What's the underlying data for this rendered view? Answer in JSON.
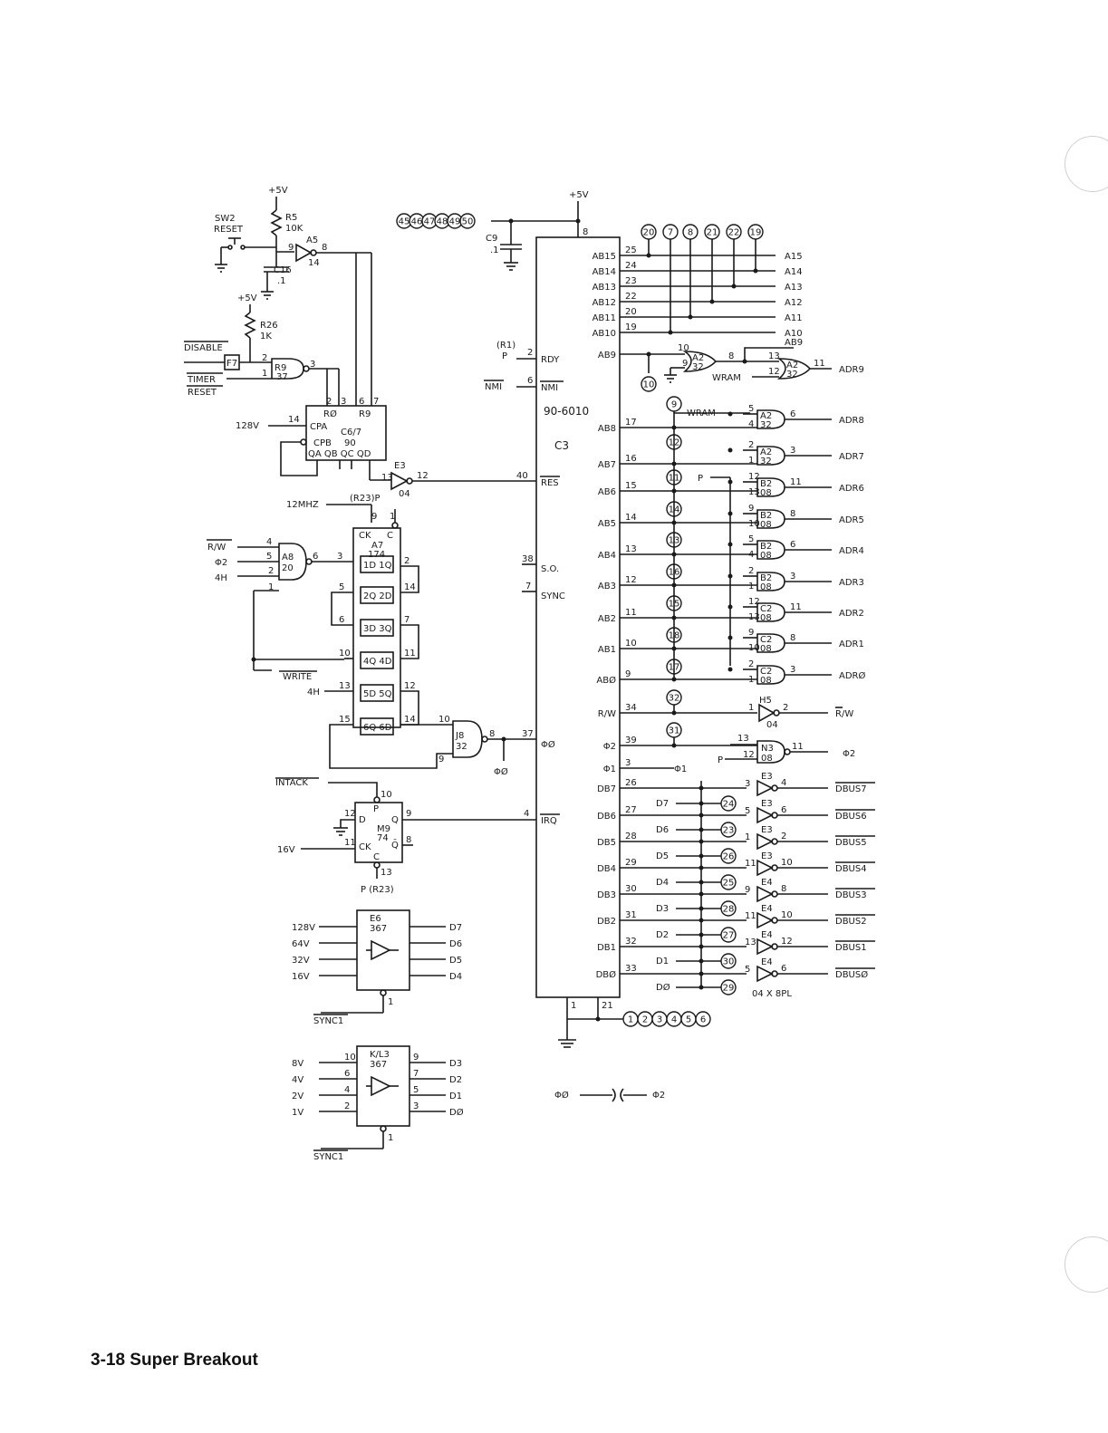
{
  "footer": {
    "page_label": "3-18 Super Breakout"
  },
  "power": {
    "vcc": "+5V",
    "ground": "GND"
  },
  "reset_circuit": {
    "switch": "SW2",
    "switch_name": "RESET",
    "r5": "R5",
    "r5_val": "10K",
    "c16": "C16",
    "c16_val": ".1",
    "r26": "R26",
    "r26_val": "1K",
    "a5": "A5",
    "disable": "DISABLE",
    "f7": "F7",
    "timer": "TIMER",
    "timer_reset": "RESET",
    "r9": "R9",
    "r9_num": "37"
  },
  "counter": {
    "name": "C6/7",
    "part": "90",
    "r0": "RØ",
    "r9": "R9",
    "cpa": "CPA",
    "cpb": "CPB",
    "qa": "QA QB QC QD",
    "clk": "128V"
  },
  "e3_res": {
    "name": "E3",
    "part": "04"
  },
  "latch": {
    "name": "A7",
    "part": "174",
    "ck": "CK",
    "c": "C",
    "clk": "12MHZ",
    "clk_src": "(R23)P",
    "cells": [
      "1D 1Q",
      "2Q 2D",
      "3D 3Q",
      "4Q 4D",
      "5D 5Q",
      "6Q 6D"
    ]
  },
  "a8": {
    "name": "A8",
    "part": "20",
    "in": [
      "R/W",
      "Φ2",
      "4H"
    ],
    "write": "WRITE",
    "h4": "4H"
  },
  "j8": {
    "name": "J8",
    "part": "32",
    "phi0": "ΦØ"
  },
  "m9": {
    "name": "M9",
    "part": "74",
    "intack": "INTACK",
    "clk": "16V",
    "p": "P",
    "p_r23": "P (R23)",
    "d": "D",
    "q": "Q",
    "ck": "CK",
    "c": "C"
  },
  "e6": {
    "name": "E6",
    "part": "367",
    "inputs": [
      "128V",
      "64V",
      "32V",
      "16V"
    ],
    "outputs": [
      "D7",
      "D6",
      "D5",
      "D4"
    ],
    "enable": "SYNC1"
  },
  "kl3": {
    "name": "K/L3",
    "part": "367",
    "inputs": [
      "8V",
      "4V",
      "2V",
      "1V"
    ],
    "outputs": [
      "D3",
      "D2",
      "D1",
      "DØ"
    ],
    "enable": "SYNC1"
  },
  "cpu": {
    "name": "90-6010",
    "loc": "C3",
    "vcc": "+5V",
    "c9": "C9",
    "c9_val": ".1",
    "left_pins": {
      "rdy": "RDY",
      "nmi": "NMI",
      "res": "RES",
      "so": "S.O.",
      "sync": "SYNC",
      "phi0": "ΦØ",
      "irq": "IRQ",
      "r1": "(R1)",
      "p": "P",
      "nmi_in": "NMI"
    },
    "address_pins": [
      "AB15",
      "AB14",
      "AB13",
      "AB12",
      "AB11",
      "AB10",
      "AB9",
      "AB8",
      "AB7",
      "AB6",
      "AB5",
      "AB4",
      "AB3",
      "AB2",
      "AB1",
      "ABØ"
    ],
    "control_pins": [
      "R/W",
      "Φ2",
      "Φ1"
    ],
    "data_pins": [
      "DB7",
      "DB6",
      "DB5",
      "DB4",
      "DB3",
      "DB2",
      "DB1",
      "DBØ"
    ],
    "top_nodes": [
      "45",
      "46",
      "47",
      "48",
      "49",
      "50"
    ],
    "bottom_nodes": [
      "1",
      "2",
      "3",
      "4",
      "5",
      "6"
    ]
  },
  "address_outputs": {
    "high": [
      "A15",
      "A14",
      "A13",
      "A12",
      "A11",
      "A10",
      "AB9"
    ],
    "high_nodes": [
      "20",
      "7",
      "8",
      "21",
      "22",
      "19"
    ],
    "adr": [
      "ADR9",
      "ADR8",
      "ADR7",
      "ADR6",
      "ADR5",
      "ADR4",
      "ADR3",
      "ADR2",
      "ADR1",
      "ADRØ"
    ],
    "wram": "WRAM",
    "gates": [
      "A2 32",
      "A2 32",
      "A2 32",
      "B2 08",
      "B2 08",
      "B2 08",
      "B2 08",
      "C2 08",
      "C2 08",
      "C2 08"
    ],
    "nodes": [
      "10",
      "9",
      "12",
      "11",
      "14",
      "13",
      "16",
      "15",
      "18",
      "17"
    ]
  },
  "control_outputs": {
    "rw_gate": "H5",
    "rw_part": "04",
    "rw_out": "R/W",
    "phi2_gate": "N3 08",
    "phi2_out": "Φ2",
    "nodes": [
      "32",
      "31"
    ]
  },
  "data_bus": {
    "signals": [
      "D7",
      "D6",
      "D5",
      "D4",
      "D3",
      "D2",
      "D1",
      "DØ"
    ],
    "nodes": [
      "24",
      "23",
      "26",
      "25",
      "28",
      "27",
      "30",
      "29"
    ],
    "gates": [
      "E3",
      "E3",
      "E3",
      "E3",
      "E4",
      "E4",
      "E4",
      "E4"
    ],
    "outputs": [
      "DBUS7",
      "DBUS6",
      "DBUS5",
      "DBUS4",
      "DBUS3",
      "DBUS2",
      "DBUS1",
      "DBUSØ"
    ],
    "note": "04 X 8PL"
  },
  "bottom_note": {
    "left": "ΦØ",
    "right": "Φ2"
  }
}
